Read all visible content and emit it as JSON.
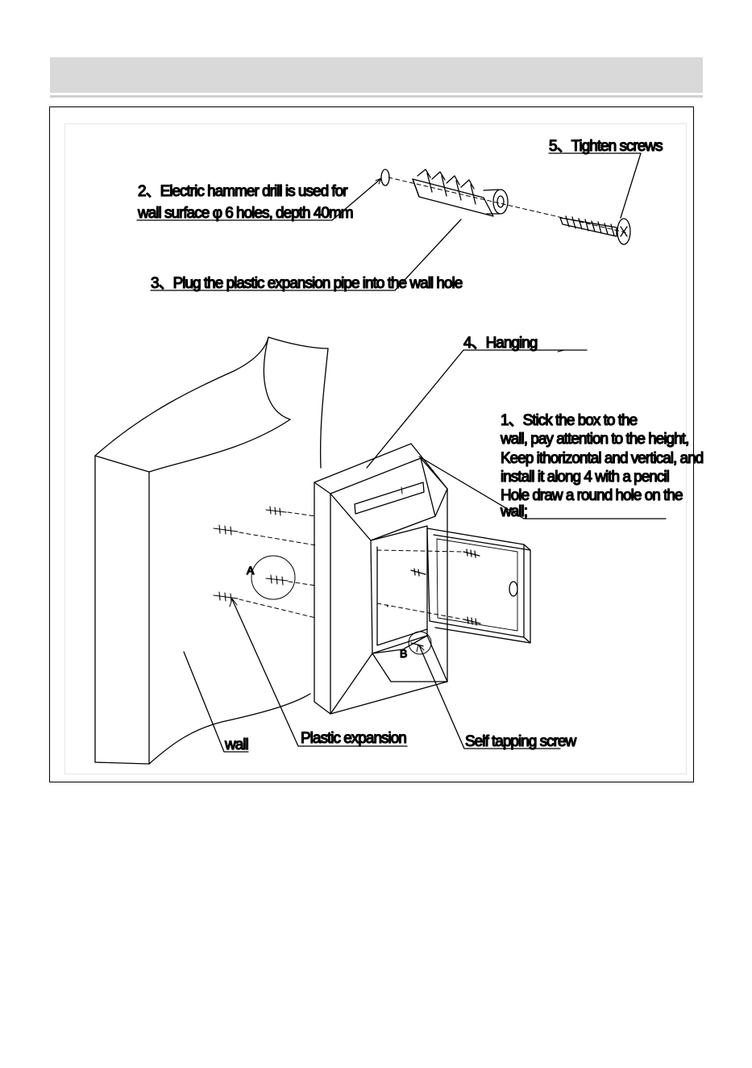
{
  "labels": {
    "step2_line1": "2、Electric hammer drill  is  used for",
    "step2_line2": "wall surface φ  6 holes,  depth 40mm",
    "step3": "3、Plug the  plastic expansion pipe  into the wall  hole",
    "step5": "5、Tighten screws",
    "step4": "4、Hanging",
    "step1_line1": "1、Stick the              box  to  the",
    "step1_line2": "wall, pay attention  to  the  height,",
    "step1_line3": "Keep  ithorizontal and vertical,  and",
    "step1_line4": "install  it along  4  with  a  pencil",
    "step1_line5": "Hole  draw  a  round  hole  on the",
    "step1_line6": "wall;",
    "wall": "wall",
    "plastic_expansion": "Plastic expansion",
    "self_tapping_screw": "Self tapping screw",
    "detail_a": "A",
    "detail_b": "B"
  }
}
